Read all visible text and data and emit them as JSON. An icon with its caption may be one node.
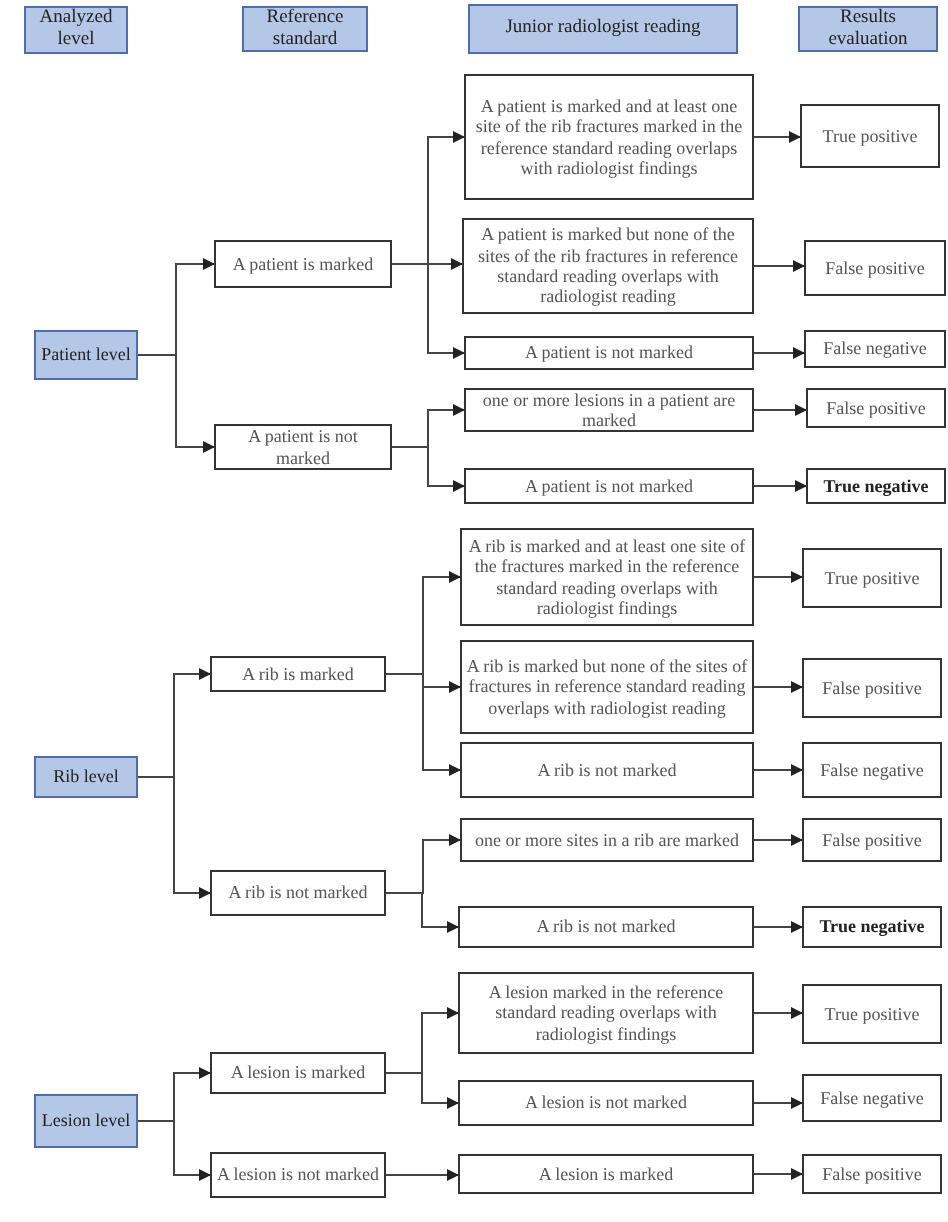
{
  "diagram": {
    "nodes": [
      {
        "text": [
          "Analyzed level"
        ]
      },
      {
        "text": [
          "Reference standard"
        ]
      },
      {
        "text": [
          "Junior radiologist reading"
        ]
      },
      {
        "text": [
          "Results evaluation"
        ]
      },
      {
        "text": [
          "Patient level"
        ]
      },
      {
        "text": [
          "A patient is marked"
        ]
      },
      {
        "text": [
          "A patient is not marked"
        ]
      },
      {
        "text": [
          "A patient is marked and at least one site of the rib fractures marked in  the reference standard reading overlaps with radiologist findings"
        ]
      },
      {
        "text": [
          "A patient is marked  but none of the sites of  the rib fractures in reference standard reading overlaps with radiologist reading"
        ]
      },
      {
        "text": [
          "A patient is not marked"
        ]
      },
      {
        "text": [
          "True positive"
        ]
      },
      {
        "text": [
          "False positive"
        ]
      },
      {
        "text": [
          "False negative"
        ]
      },
      {
        "text": [
          "one or more lesions in a patient are marked"
        ]
      },
      {
        "text": [
          "A patient is not marked"
        ]
      },
      {
        "text": [
          "False positive"
        ]
      },
      {
        "text": [
          "True negative"
        ]
      },
      {
        "text": [
          "Rib level"
        ]
      },
      {
        "text": [
          "A rib is marked"
        ]
      },
      {
        "text": [
          "A rib is not marked"
        ]
      },
      {
        "text": [
          "A rib is marked and at least one site of the fractures marked in  the reference standard reading overlaps with radiologist findings"
        ]
      },
      {
        "text": [
          "A rib is marked but none of the sites of  fractures in reference standard reading overlaps with radiologist reading"
        ]
      },
      {
        "text": [
          "A rib is not marked"
        ]
      },
      {
        "text": [
          "True positive"
        ]
      },
      {
        "text": [
          "False positive"
        ]
      },
      {
        "text": [
          "False negative"
        ]
      },
      {
        "text": [
          "one or more sites in a rib are marked"
        ]
      },
      {
        "text": [
          "A rib is not marked"
        ]
      },
      {
        "text": [
          "False positive"
        ]
      },
      {
        "text": [
          "True negative"
        ]
      },
      {
        "text": [
          "Lesion level"
        ]
      },
      {
        "text": [
          "A lesion is marked"
        ]
      },
      {
        "text": [
          "A lesion is not marked"
        ]
      },
      {
        "text": [
          "A lesion marked in  the reference standard reading overlaps with radiologist findings"
        ]
      },
      {
        "text": [
          "A lesion is not marked"
        ]
      },
      {
        "text": [
          "A lesion is marked"
        ]
      },
      {
        "text": [
          "True positive"
        ]
      },
      {
        "text": [
          "False negative"
        ]
      },
      {
        "text": [
          "False positive"
        ]
      }
    ],
    "edges": [
      {
        "from": 4,
        "to": 5,
        "arrow": "to"
      },
      {
        "from": 4,
        "to": 6,
        "arrow": "to"
      },
      {
        "from": 5,
        "to": 7,
        "arrow": "to"
      },
      {
        "from": 5,
        "to": 8,
        "arrow": "to"
      },
      {
        "from": 5,
        "to": 9,
        "arrow": "to"
      },
      {
        "from": 7,
        "to": 10,
        "arrow": "to"
      },
      {
        "from": 8,
        "to": 11,
        "arrow": "to"
      },
      {
        "from": 9,
        "to": 12,
        "arrow": "to"
      },
      {
        "from": 6,
        "to": 13,
        "arrow": "to"
      },
      {
        "from": 6,
        "to": 14,
        "arrow": "to"
      },
      {
        "from": 13,
        "to": 15,
        "arrow": "to"
      },
      {
        "from": 14,
        "to": 16,
        "arrow": "to"
      },
      {
        "from": 17,
        "to": 18,
        "arrow": "to"
      },
      {
        "from": 17,
        "to": 19,
        "arrow": "to"
      },
      {
        "from": 18,
        "to": 20,
        "arrow": "to"
      },
      {
        "from": 18,
        "to": 21,
        "arrow": "to"
      },
      {
        "from": 18,
        "to": 22,
        "arrow": "to"
      },
      {
        "from": 20,
        "to": 23,
        "arrow": "to"
      },
      {
        "from": 21,
        "to": 24,
        "arrow": "to"
      },
      {
        "from": 22,
        "to": 25,
        "arrow": "to"
      },
      {
        "from": 19,
        "to": 26,
        "arrow": "to"
      },
      {
        "from": 19,
        "to": 27,
        "arrow": "to"
      },
      {
        "from": 26,
        "to": 28,
        "arrow": "to"
      },
      {
        "from": 27,
        "to": 29,
        "arrow": "to"
      },
      {
        "from": 30,
        "to": 31,
        "arrow": "to"
      },
      {
        "from": 30,
        "to": 32,
        "arrow": "to"
      },
      {
        "from": 31,
        "to": 33,
        "arrow": "to"
      },
      {
        "from": 31,
        "to": 34,
        "arrow": "to"
      },
      {
        "from": 33,
        "to": 36,
        "arrow": "to"
      },
      {
        "from": 34,
        "to": 37,
        "arrow": "to"
      },
      {
        "from": 32,
        "to": 35,
        "arrow": "to"
      },
      {
        "from": 35,
        "to": 38,
        "arrow": "to"
      }
    ]
  }
}
